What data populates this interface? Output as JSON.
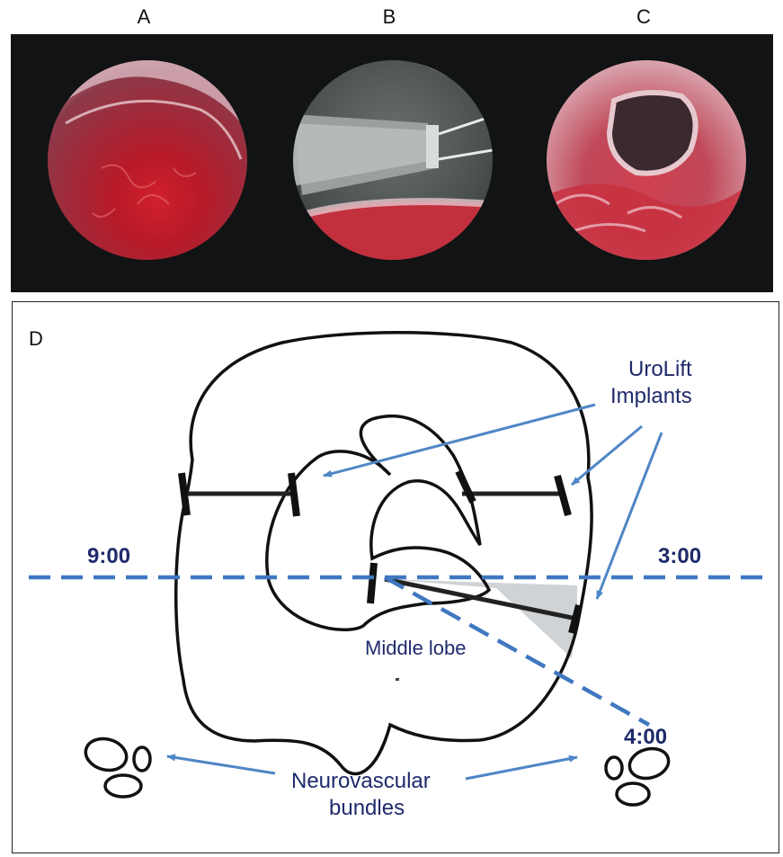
{
  "panels": {
    "a_label": "A",
    "b_label": "B",
    "c_label": "C",
    "d_label": "D"
  },
  "diagram": {
    "implants_label_line1": "UroLift",
    "implants_label_line2": "Implants",
    "clock_left": "9:00",
    "clock_right": "3:00",
    "clock_lower_right": "4:00",
    "middle_lobe_label": "Middle lobe",
    "bundles_label_line1": "Neurovascular",
    "bundles_label_line2": "bundles"
  },
  "colors": {
    "label_navy": "#1f2a6b",
    "arrow_blue": "#4f86c6",
    "dash_blue": "#3f78c0",
    "outline": "#111111",
    "wedge_gray": "#d0d3d6"
  }
}
